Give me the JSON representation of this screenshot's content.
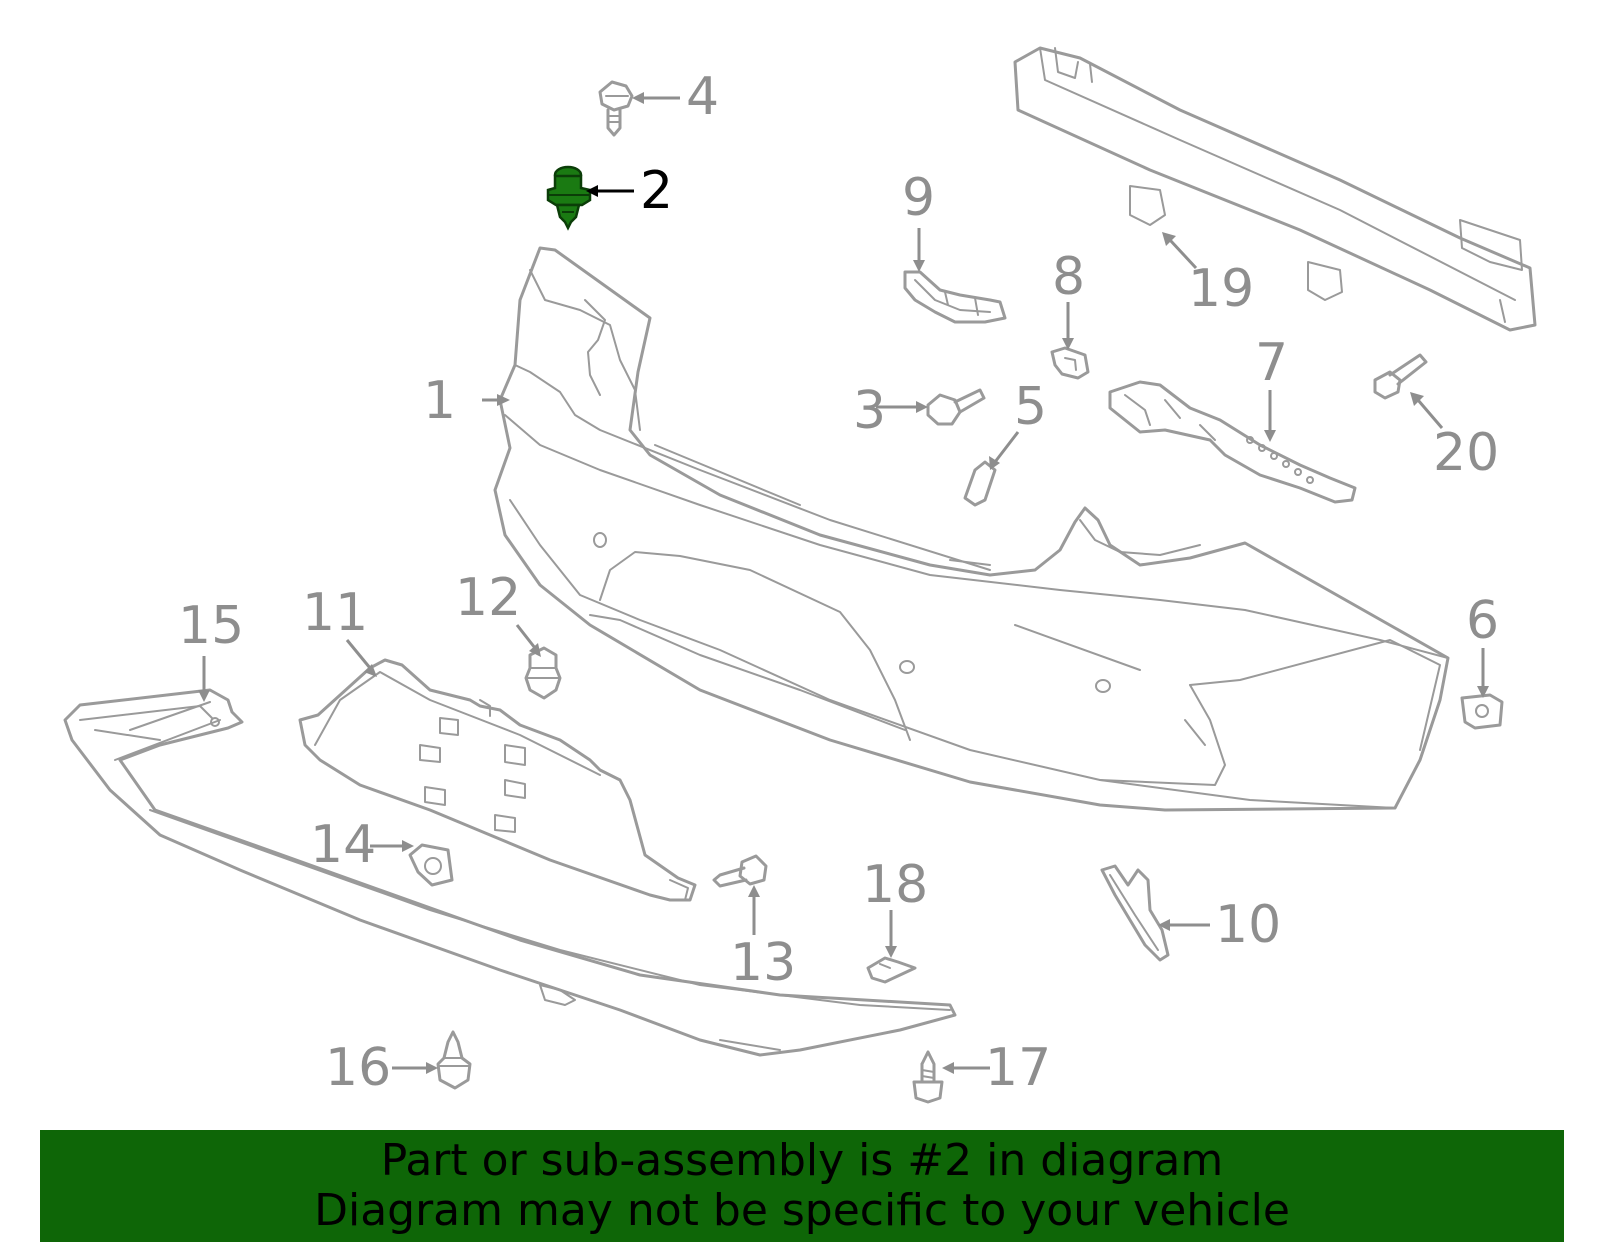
{
  "highlight": {
    "part_number": "2",
    "color": "#1a7a12"
  },
  "banner": {
    "background_color": "#0e6607",
    "line1": "Part or sub-assembly is #2 in diagram",
    "line2": "Diagram may not be specific to your vehicle"
  },
  "callouts": [
    {
      "number": "1"
    },
    {
      "number": "2"
    },
    {
      "number": "3"
    },
    {
      "number": "4"
    },
    {
      "number": "5"
    },
    {
      "number": "6"
    },
    {
      "number": "7"
    },
    {
      "number": "8"
    },
    {
      "number": "9"
    },
    {
      "number": "10"
    },
    {
      "number": "11"
    },
    {
      "number": "12"
    },
    {
      "number": "13"
    },
    {
      "number": "14"
    },
    {
      "number": "15"
    },
    {
      "number": "16"
    },
    {
      "number": "17"
    },
    {
      "number": "18"
    },
    {
      "number": "19"
    },
    {
      "number": "20"
    }
  ]
}
